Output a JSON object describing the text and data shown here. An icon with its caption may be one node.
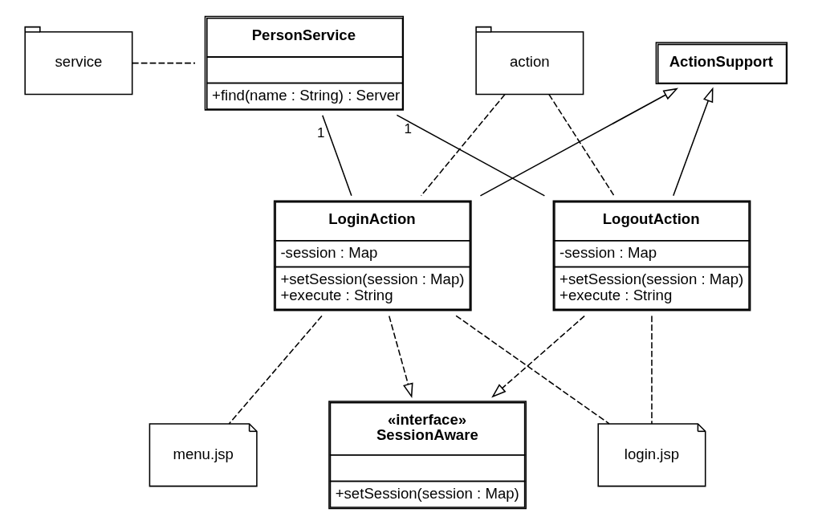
{
  "diagram": {
    "nodes": [
      {
        "text": [
          "service"
        ]
      },
      {
        "text": [
          "PersonService",
          "+find(name : String) : Server"
        ]
      },
      {
        "text": [
          "ActionSupport"
        ]
      },
      {
        "text": [
          "action"
        ]
      },
      {
        "text": [
          "LoginAction",
          "-session : Map",
          "+setSession(session : Map)",
          "+execute : String"
        ]
      },
      {
        "text": [
          "LogoutAction",
          "-session : Map",
          "+setSession(session : Map)",
          "+execute : String"
        ]
      },
      {
        "text": [
          "menu.jsp"
        ]
      },
      {
        "text": [
          "login.jsp"
        ]
      },
      {
        "text": [
          "«interface»",
          "SessionAware",
          "+setSession(session : Map)"
        ]
      }
    ],
    "edges": [
      {
        "from": 0,
        "to": 1,
        "arrow": "none",
        "style": "dashed"
      },
      {
        "from": 1,
        "to": 4,
        "arrow": "none",
        "label": "1"
      },
      {
        "from": 1,
        "to": 5,
        "arrow": "none",
        "label": "1"
      },
      {
        "from": 4,
        "to": 2,
        "arrow": "to"
      },
      {
        "from": 5,
        "to": 2,
        "arrow": "to"
      },
      {
        "from": 3,
        "to": 4,
        "arrow": "none",
        "style": "dashed"
      },
      {
        "from": 3,
        "to": 5,
        "arrow": "none",
        "style": "dashed"
      },
      {
        "from": 4,
        "to": 8,
        "arrow": "to",
        "style": "dashed"
      },
      {
        "from": 5,
        "to": 8,
        "arrow": "to",
        "style": "dashed"
      },
      {
        "from": 4,
        "to": 6,
        "arrow": "none",
        "style": "dashed"
      },
      {
        "from": 4,
        "to": 7,
        "arrow": "none",
        "style": "dashed"
      },
      {
        "from": 5,
        "to": 7,
        "arrow": "none",
        "style": "dashed"
      }
    ]
  }
}
